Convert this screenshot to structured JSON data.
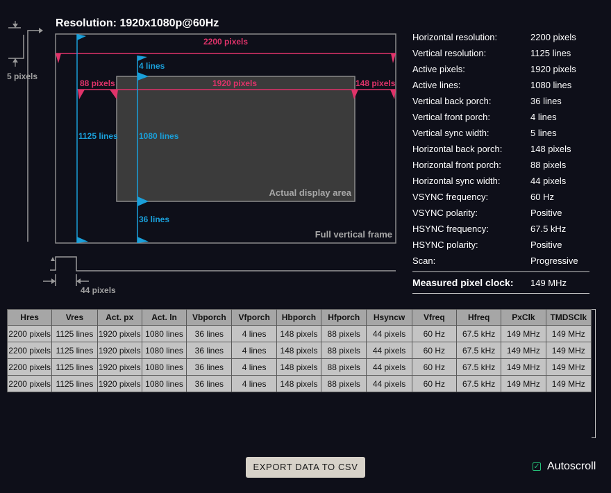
{
  "header": {
    "title": "Resolution: 1920x1080p@60Hz"
  },
  "diagram": {
    "h_total_label": "2200 pixels",
    "h_front_label": "88 pixels",
    "h_active_label": "1920 pixels",
    "h_back_label": "148 pixels",
    "v_front_label": "4 lines",
    "v_total_label": "1125 lines",
    "v_active_label": "1080 lines",
    "v_back_label": "36 lines",
    "v_sync_label": "5 pixels",
    "h_sync_label": "44 pixels",
    "display_area_label": "Actual display area",
    "full_frame_label": "Full vertical frame",
    "colors": {
      "horizontal": "#e0336a",
      "vertical": "#1a9fd9",
      "frame": "#8a8a8a"
    }
  },
  "properties": [
    {
      "key": "Horizontal resolution:",
      "value": "2200 pixels"
    },
    {
      "key": "Vertical resolution:",
      "value": "1125 lines"
    },
    {
      "key": "Active pixels:",
      "value": "1920 pixels"
    },
    {
      "key": "Active lines:",
      "value": "1080 lines"
    },
    {
      "key": "Vertical back porch:",
      "value": "36 lines"
    },
    {
      "key": "Vertical front porch:",
      "value": "4 lines"
    },
    {
      "key": "Vertical sync width:",
      "value": "5 lines"
    },
    {
      "key": "Horizontal back porch:",
      "value": "148 pixels"
    },
    {
      "key": "Horizontal front porch:",
      "value": "88 pixels"
    },
    {
      "key": "Horizontal sync width:",
      "value": "44 pixels"
    },
    {
      "key": "VSYNC frequency:",
      "value": "60 Hz"
    },
    {
      "key": "VSYNC polarity:",
      "value": "Positive"
    },
    {
      "key": "HSYNC frequency:",
      "value": "67.5 kHz"
    },
    {
      "key": "HSYNC polarity:",
      "value": "Positive"
    },
    {
      "key": "Scan:",
      "value": "Progressive"
    }
  ],
  "measured": {
    "key": "Measured pixel clock:",
    "value": "149 MHz"
  },
  "table": {
    "columns": [
      "Hres",
      "Vres",
      "Act. px",
      "Act. ln",
      "Vbporch",
      "Vfporch",
      "Hbporch",
      "Hfporch",
      "Hsyncw",
      "Vfreq",
      "Hfreq",
      "PxClk",
      "TMDSClk"
    ],
    "rows": [
      [
        "2200 pixels",
        "1125 lines",
        "1920 pixels",
        "1080 lines",
        "36 lines",
        "4 lines",
        "148 pixels",
        "88 pixels",
        "44 pixels",
        "60 Hz",
        "67.5 kHz",
        "149 MHz",
        "149 MHz"
      ],
      [
        "2200 pixels",
        "1125 lines",
        "1920 pixels",
        "1080 lines",
        "36 lines",
        "4 lines",
        "148 pixels",
        "88 pixels",
        "44 pixels",
        "60 Hz",
        "67.5 kHz",
        "149 MHz",
        "149 MHz"
      ],
      [
        "2200 pixels",
        "1125 lines",
        "1920 pixels",
        "1080 lines",
        "36 lines",
        "4 lines",
        "148 pixels",
        "88 pixels",
        "44 pixels",
        "60 Hz",
        "67.5 kHz",
        "149 MHz",
        "149 MHz"
      ],
      [
        "2200 pixels",
        "1125 lines",
        "1920 pixels",
        "1080 lines",
        "36 lines",
        "4 lines",
        "148 pixels",
        "88 pixels",
        "44 pixels",
        "60 Hz",
        "67.5 kHz",
        "149 MHz",
        "149 MHz"
      ]
    ]
  },
  "footer": {
    "export_label": "EXPORT DATA TO CSV",
    "autoscroll_label": "Autoscroll",
    "autoscroll_checked": true,
    "accent": "#25c27a"
  }
}
